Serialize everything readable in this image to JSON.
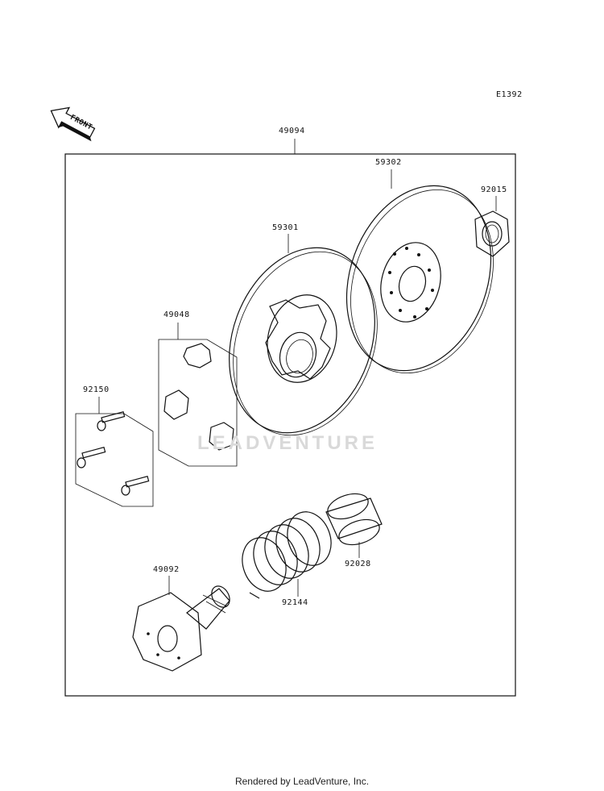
{
  "diagram_id": "E1392",
  "front_label": "FRONT",
  "watermark": "LEADVENTURE",
  "footer": "Rendered by LeadVenture, Inc.",
  "parts": {
    "assembly": "49094",
    "sheave_fixed": "59302",
    "nut": "92015",
    "sheave_movable": "59301",
    "weights": "49048",
    "bolts": "92150",
    "bushing": "92028",
    "spring": "92144",
    "spider": "49092"
  }
}
